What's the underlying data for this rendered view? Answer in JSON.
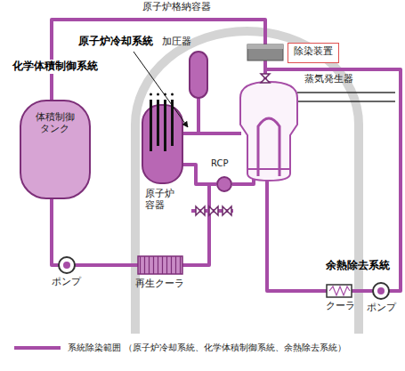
{
  "diagram": {
    "nodes": [
      {
        "text": [
          "除染装置"
        ]
      },
      {
        "text": [
          "体積制御タンク"
        ]
      }
    ],
    "labels": [
      "原子炉格納容器",
      "原子炉冷却系統",
      "化学体積制御系統",
      "加圧器",
      "蒸気発生器",
      "原子炉容器",
      "RCP",
      "ポンプ",
      "再生クーラ",
      "余熱除去系統",
      "クーラ",
      "ポンプ"
    ],
    "legend": [
      {
        "text": "系統除染範囲 （原子炉冷却系統、化学体積制御系統、余熱除去系統）"
      }
    ]
  }
}
